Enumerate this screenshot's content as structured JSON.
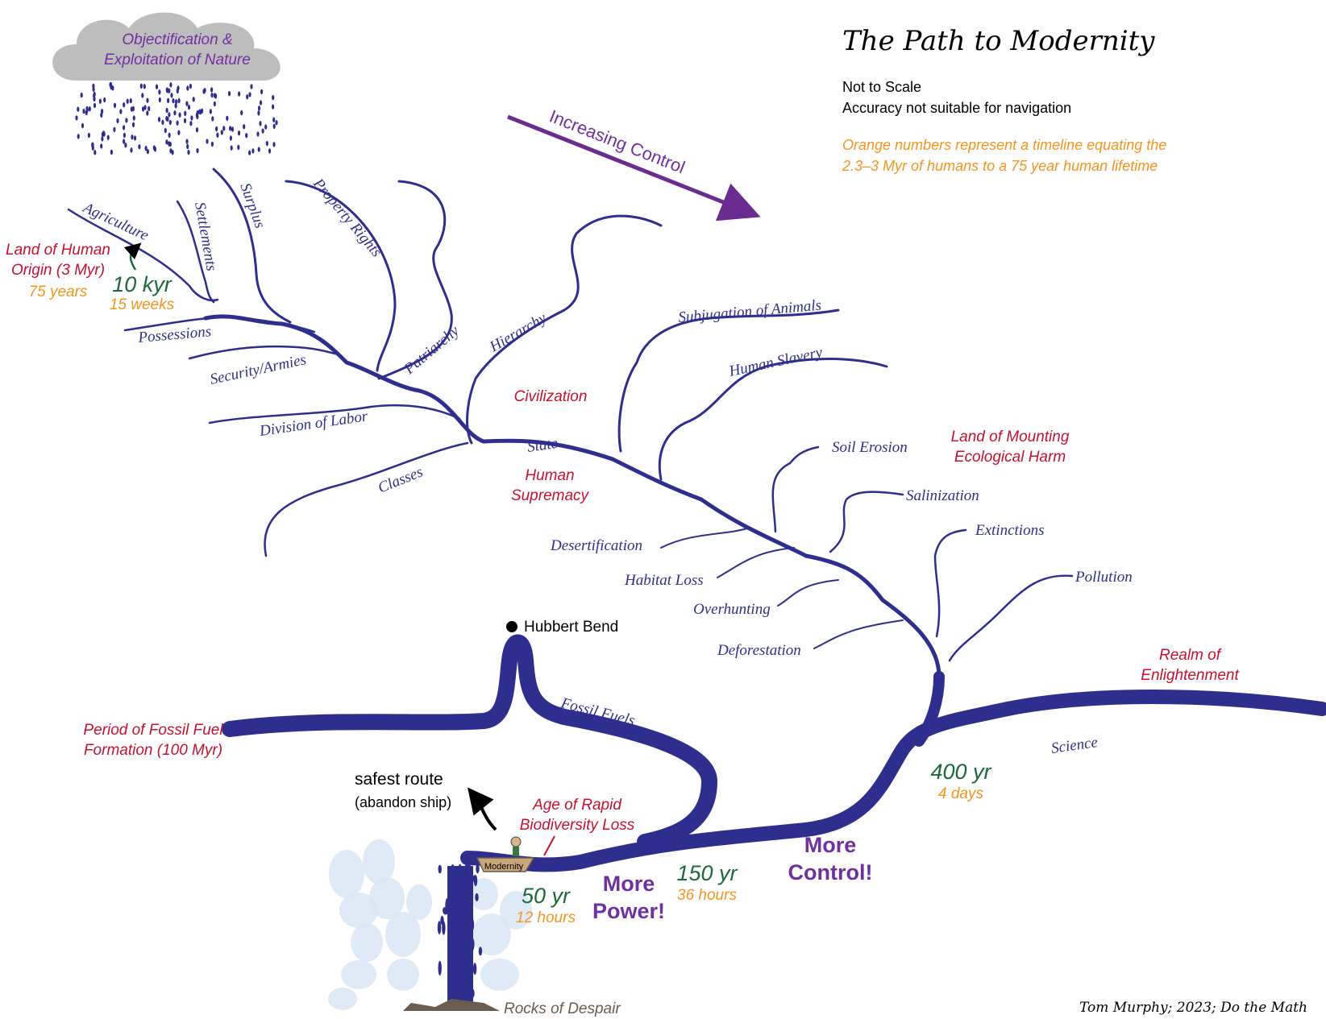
{
  "title": "The Path to Modernity",
  "notes": {
    "not_to_scale": "Not to Scale",
    "accuracy": "Accuracy not suitable for navigation",
    "orange_line1": "Orange numbers represent a timeline equating the",
    "orange_line2": "2.3–3 Myr of humans to a 75 year human lifetime"
  },
  "cloud": {
    "line1": "Objectification &",
    "line2": "Exploitation of Nature"
  },
  "arrow_label": "Increasing Control",
  "regions": {
    "human_origin_1": "Land of Human",
    "human_origin_2": "Origin (3 Myr)",
    "human_origin_years": "75 years",
    "civilization": "Civilization",
    "human_supremacy_1": "Human",
    "human_supremacy_2": "Supremacy",
    "mounting_harm_1": "Land of Mounting",
    "mounting_harm_2": "Ecological Harm",
    "enlightenment_1": "Realm of",
    "enlightenment_2": "Enlightenment",
    "fossil_formation_1": "Period of Fossil Fuel",
    "fossil_formation_2": "Formation (100 Myr)",
    "biodiversity_1": "Age of Rapid",
    "biodiversity_2": "Biodiversity Loss"
  },
  "branches": {
    "agriculture": "Agriculture",
    "settlements": "Settlements",
    "surplus": "Surplus",
    "property_rights": "Property Rights",
    "possessions": "Possessions",
    "security": "Security/Armies",
    "patriarchy": "Patriarchy",
    "hierarchy": "Hierarchy",
    "division_of_labor": "Division of Labor",
    "classes": "Classes",
    "state": "State",
    "subjugation": "Subjugation of Animals",
    "slavery": "Human Slavery",
    "soil_erosion": "Soil Erosion",
    "salinization": "Salinization",
    "extinctions": "Extinctions",
    "pollution": "Pollution",
    "desertification": "Desertification",
    "habitat_loss": "Habitat Loss",
    "overhunting": "Overhunting",
    "deforestation": "Deforestation",
    "fossil_fuels": "Fossil Fuels",
    "science": "Science"
  },
  "timeline": {
    "t10kyr": "10 kyr",
    "t10kyr_sub": "15 weeks",
    "t400yr": "400 yr",
    "t400yr_sub": "4 days",
    "t150yr": "150 yr",
    "t150yr_sub": "36 hours",
    "t50yr": "50 yr",
    "t50yr_sub": "12 hours"
  },
  "shouts": {
    "more_control_1": "More",
    "more_control_2": "Control!",
    "more_power_1": "More",
    "more_power_2": "Power!"
  },
  "hubbert": "Hubbert Bend",
  "safest_1": "safest route",
  "safest_2": "(abandon ship)",
  "boat_label": "Modernity",
  "rocks": "Rocks of Despair",
  "credit": "Tom Murphy; 2023; Do the Math",
  "colors": {
    "river": "#2e2e8f",
    "red": "#c8102e",
    "orange": "#f7941d",
    "green": "#1b6b3a",
    "purple": "#7030a0"
  }
}
